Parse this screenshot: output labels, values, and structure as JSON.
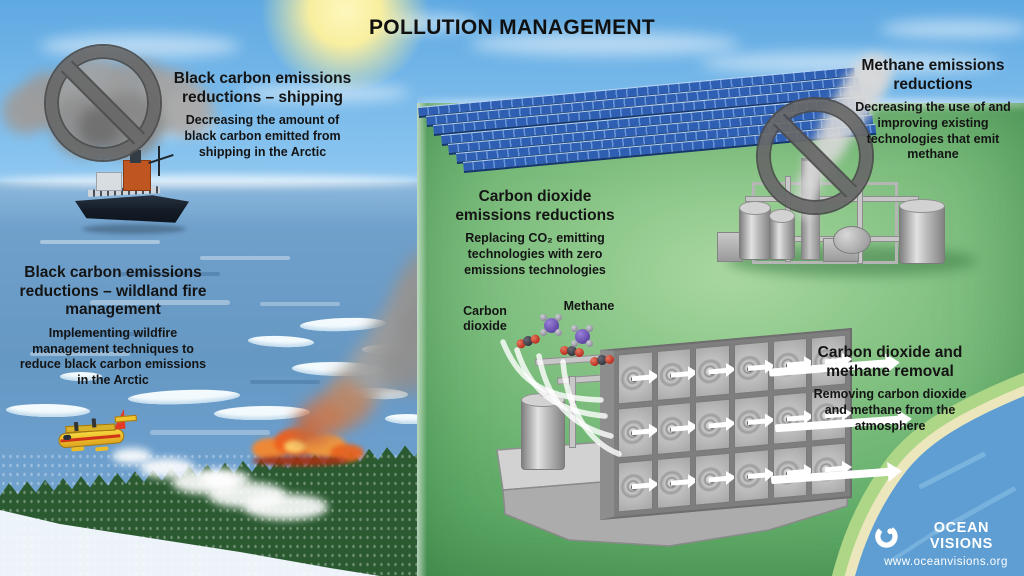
{
  "title": "POLLUTION MANAGEMENT",
  "sections": {
    "shipping": {
      "heading": "Black carbon emissions reductions – shipping",
      "body": "Decreasing the amount of black carbon emitted from shipping in the Arctic"
    },
    "wildfire": {
      "heading": "Black carbon emissions reductions – wildland fire management",
      "body": "Implementing wildfire management techniques to reduce black carbon emissions in the Arctic"
    },
    "co2_reduction": {
      "heading": "Carbon dioxide emissions reductions",
      "body": "Replacing CO₂ emitting technologies with zero emissions technologies"
    },
    "methane_reduction": {
      "heading": "Methane emissions reductions",
      "body": "Decreasing the use of and improving existing technologies that emit methane"
    },
    "removal": {
      "heading": "Carbon dioxide and methane removal",
      "body": "Removing carbon dioxide and methane from the atmosphere"
    }
  },
  "molecule_labels": {
    "carbon_dioxide": "Carbon dioxide",
    "methane": "Methane"
  },
  "branding": {
    "org": "OCEAN VISIONS",
    "url": "www.oceanvisions.org"
  },
  "colors": {
    "title_text": "#101010",
    "sky_blue": "#86c2ee",
    "ocean_blue": "#6a9cc7",
    "land_green": "#63ae6a",
    "prohibition_gray": "#696969",
    "solar_blue": "#2e5fb3",
    "fire_orange": "#ee5f1d",
    "logo_white": "#ffffff"
  }
}
